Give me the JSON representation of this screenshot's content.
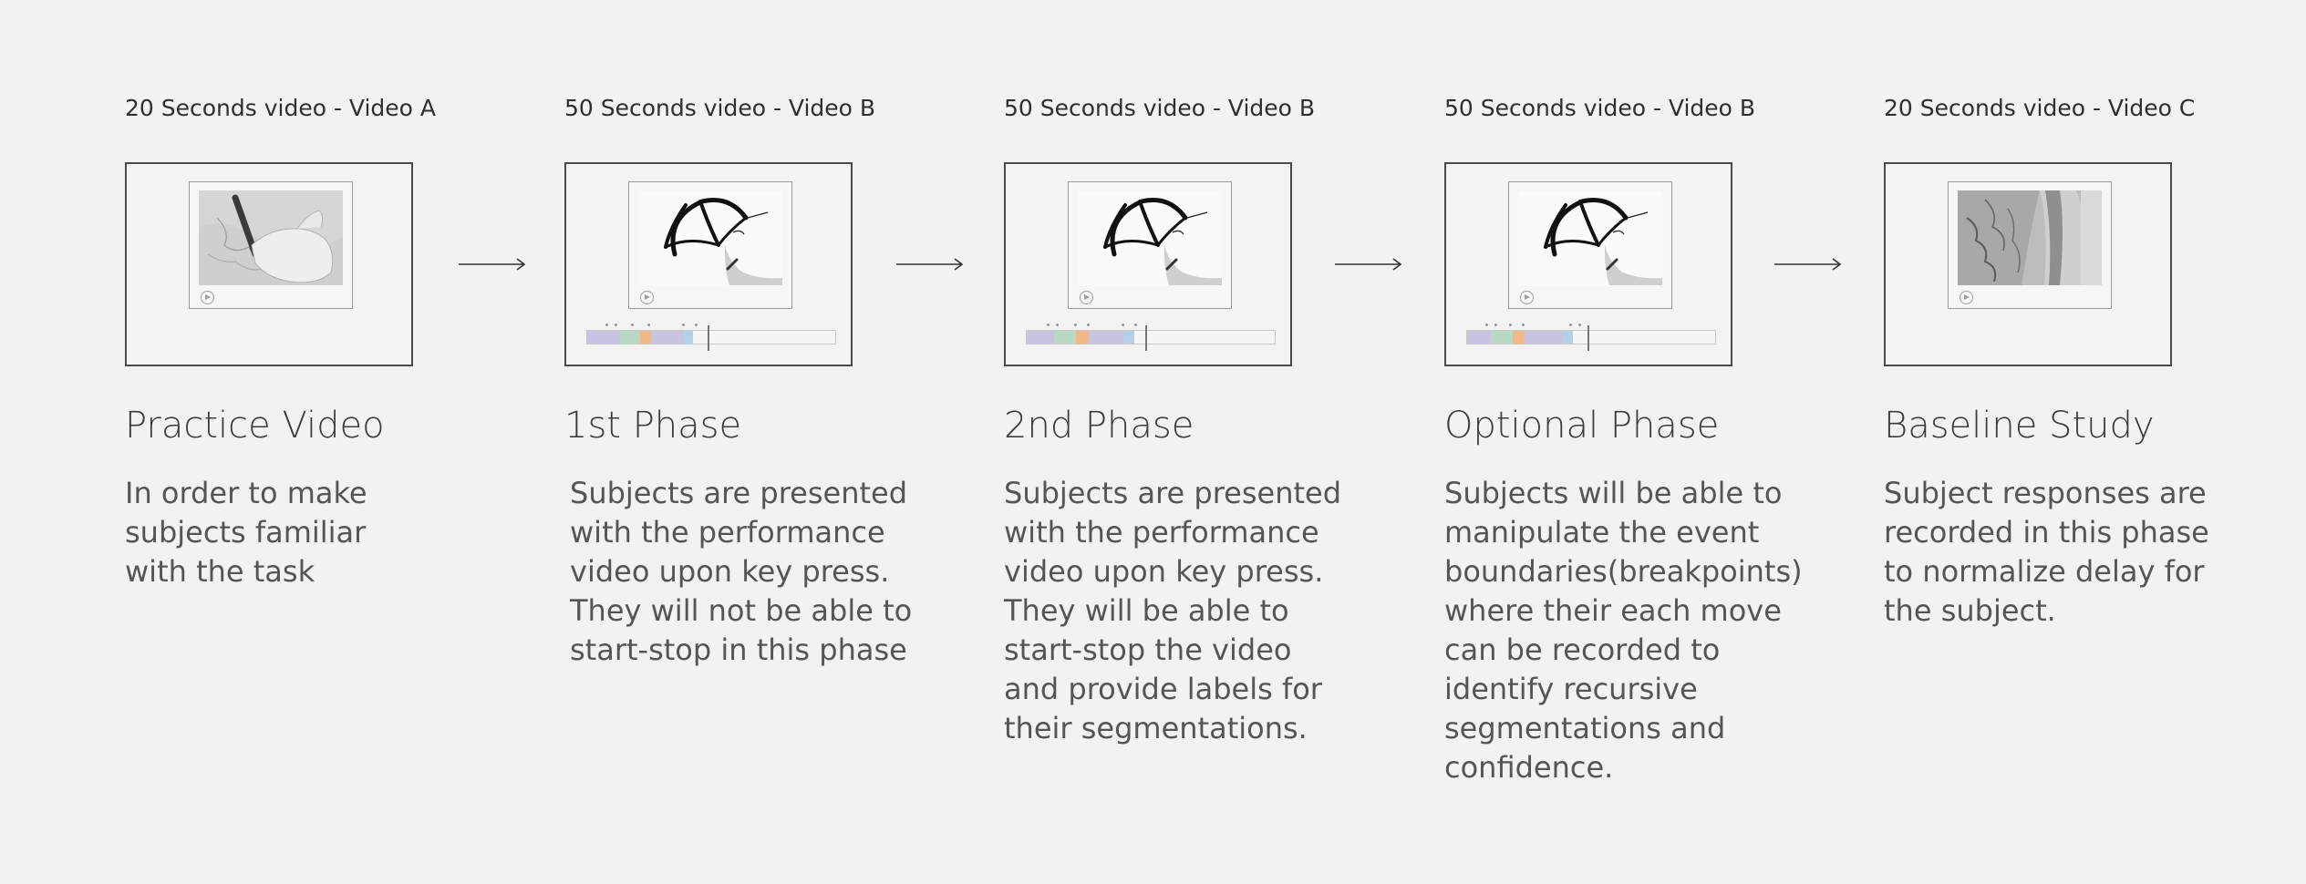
{
  "stages": [
    {
      "caption": "20 Seconds video - Video A",
      "title": "Practice Video",
      "description": "In order to make subjects familiar with the task",
      "thumbnail": "hand-drawing-photo",
      "has_timeline": false
    },
    {
      "caption": "50 Seconds video - Video B",
      "title": "1st Phase",
      "description": "Subjects are presented with the performance video upon key press. They will not be able to start-stop in this phase",
      "thumbnail": "umbrella-sketch",
      "has_timeline": true
    },
    {
      "caption": "50 Seconds video - Video B",
      "title": "2nd Phase",
      "description": "Subjects are presented with the performance video upon key press. They will be able to start-stop the video and provide labels for their segmentations.",
      "thumbnail": "umbrella-sketch",
      "has_timeline": true
    },
    {
      "caption": "50 Seconds video - Video B",
      "title": "Optional Phase",
      "description": "Subjects will be able to manipulate the event boundaries(breakpoints) where their each move can be recorded to identify recursive segmentations and confidence.",
      "thumbnail": "umbrella-sketch",
      "has_timeline": true
    },
    {
      "caption": "20 Seconds video - Video C",
      "title": "Baseline Study",
      "description": "Subject responses are recorded in this phase to normalize delay for the subject.",
      "thumbnail": "arm-photo",
      "has_timeline": false
    }
  ],
  "timeline_colors": [
    "#c7c3e0",
    "#b9d9c4",
    "#f2b88a",
    "#c9c3de",
    "#b6d1e6"
  ],
  "colors": {
    "background": "#f2f2f2",
    "frame_border": "#4a4a4a",
    "text": "#3c3c3c"
  }
}
